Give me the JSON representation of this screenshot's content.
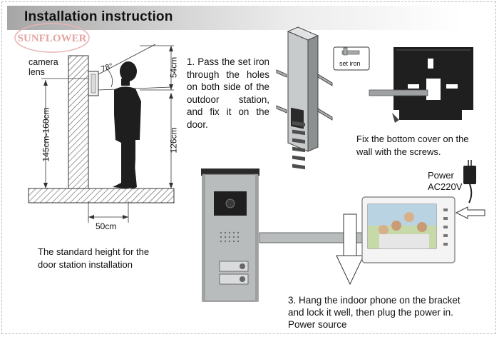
{
  "title": "Installation instruction",
  "watermark": "SUNFLOWER",
  "diagram_labels": {
    "camera_lens": [
      "camera",
      "lens"
    ],
    "angle": "78°",
    "height_range": "145cm-160cm",
    "top_gap": "54cm",
    "person_height": "126cm",
    "distance": "50cm"
  },
  "captions": {
    "standard_height": [
      "The standard height for the",
      "door station installation"
    ],
    "step1": "1. Pass the set iron through the holes on both side of the outdoor station, and fix it on the door.",
    "set_iron_label": "set iron",
    "bottom_cover": [
      "Fix the bottom cover on the",
      "wall with the screws."
    ],
    "power": [
      "Power",
      "AC220V"
    ],
    "step3": [
      "3. Hang the indoor phone on the bracket",
      "and lock it well, then plug the power in.",
      "Power source"
    ]
  },
  "colors": {
    "title_gradient_dark": "#a6a6a6",
    "silhouette": "#1e1e1e",
    "panel_silver": "#b9bcbd",
    "watermark": "#e4a3a3"
  }
}
